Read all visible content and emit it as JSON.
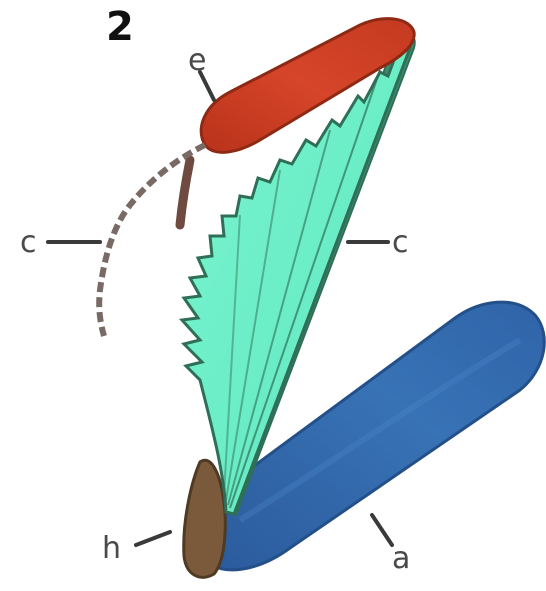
{
  "figure": {
    "panel_number": "2",
    "labels": {
      "top": "e",
      "left": "c",
      "right": "c",
      "bottom_left": "h",
      "bottom_right": "a"
    }
  },
  "colors": {
    "red_segment": "#cf3f22",
    "red_dark": "#8e2a14",
    "green_fan": "#6ff0c8",
    "green_edge": "#2f6f57",
    "blue_segment": "#2f63a8",
    "blue_light": "#4a86c8",
    "brown_base": "#7a5a3a",
    "grey_filament": "#7a6a66"
  }
}
